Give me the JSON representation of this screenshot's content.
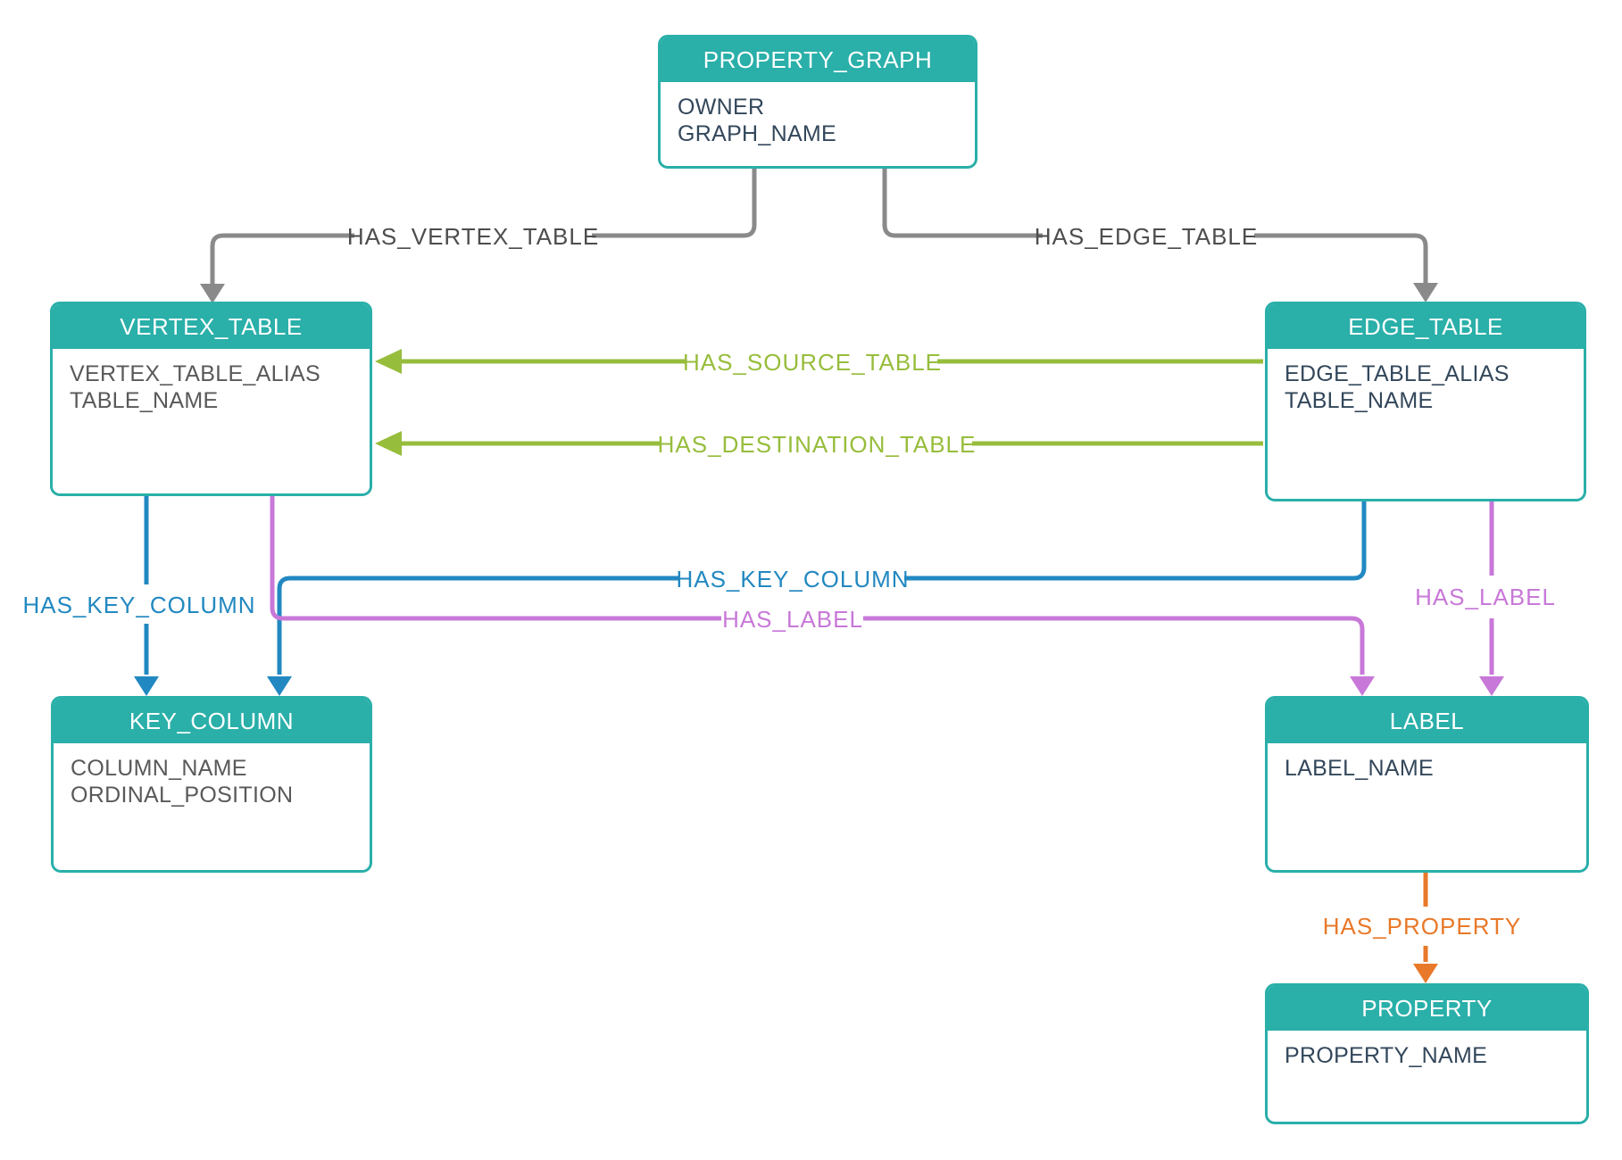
{
  "diagram": {
    "entities": [
      {
        "name": "PROPERTY_GRAPH",
        "attributes": [
          "OWNER",
          "GRAPH_NAME"
        ]
      },
      {
        "name": "VERTEX_TABLE",
        "attributes": [
          "VERTEX_TABLE_ALIAS",
          "TABLE_NAME"
        ]
      },
      {
        "name": "EDGE_TABLE",
        "attributes": [
          "EDGE_TABLE_ALIAS",
          "TABLE_NAME"
        ]
      },
      {
        "name": "KEY_COLUMN",
        "attributes": [
          "COLUMN_NAME",
          "ORDINAL_POSITION"
        ]
      },
      {
        "name": "LABEL",
        "attributes": [
          "LABEL_NAME"
        ]
      },
      {
        "name": "PROPERTY",
        "attributes": [
          "PROPERTY_NAME"
        ]
      }
    ],
    "relationships": [
      {
        "label": "HAS_VERTEX_TABLE",
        "from": "PROPERTY_GRAPH",
        "to": "VERTEX_TABLE",
        "color": "#8A8A8A"
      },
      {
        "label": "HAS_EDGE_TABLE",
        "from": "PROPERTY_GRAPH",
        "to": "EDGE_TABLE",
        "color": "#8A8A8A"
      },
      {
        "label": "HAS_SOURCE_TABLE",
        "from": "EDGE_TABLE",
        "to": "VERTEX_TABLE",
        "color": "#97BD3C"
      },
      {
        "label": "HAS_DESTINATION_TABLE",
        "from": "EDGE_TABLE",
        "to": "VERTEX_TABLE",
        "color": "#97BD3C"
      },
      {
        "label": "HAS_KEY_COLUMN",
        "from": "VERTEX_TABLE",
        "to": "KEY_COLUMN",
        "color": "#2288C1"
      },
      {
        "label": "HAS_KEY_COLUMN",
        "from": "EDGE_TABLE",
        "to": "KEY_COLUMN",
        "color": "#2288C1"
      },
      {
        "label": "HAS_LABEL",
        "from": "VERTEX_TABLE",
        "to": "LABEL",
        "color": "#C878D8"
      },
      {
        "label": "HAS_LABEL",
        "from": "EDGE_TABLE",
        "to": "LABEL",
        "color": "#C878D8"
      },
      {
        "label": "HAS_PROPERTY",
        "from": "LABEL",
        "to": "PROPERTY",
        "color": "#E8792A"
      }
    ],
    "colors": {
      "background": "#FFFFFF",
      "header_teal": "#2AAFA9",
      "header_text": "#FFFFFF",
      "body_text_navy": "#33475B",
      "body_text_gray": "#595959",
      "connector_gray": "#8A8A8A",
      "connector_gray_label": "#4D4D4D",
      "connector_green": "#97BD3C",
      "connector_blue": "#2288C1",
      "connector_magenta": "#C878D8",
      "connector_orange": "#E8792A"
    }
  }
}
